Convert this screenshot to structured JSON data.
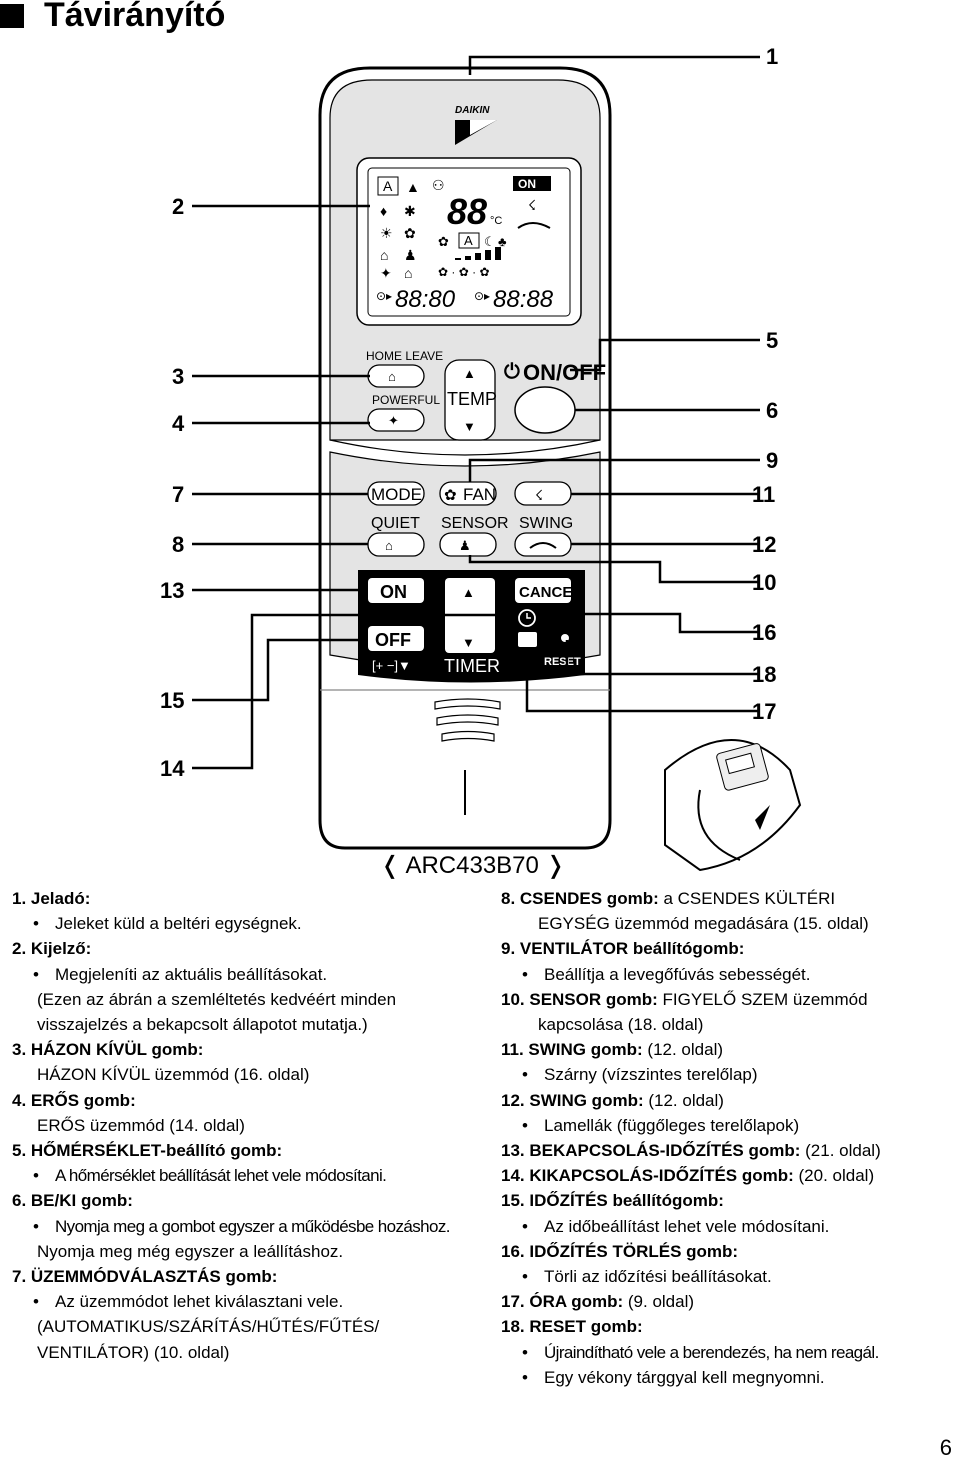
{
  "title": "Távirányító",
  "callouts": {
    "n1": "1",
    "n2": "2",
    "n3": "3",
    "n4": "4",
    "n5": "5",
    "n6": "6",
    "n7": "7",
    "n8": "8",
    "n9": "9",
    "n10": "10",
    "n11": "11",
    "n12": "12",
    "n13": "13",
    "n14": "14",
    "n15": "15",
    "n16": "16",
    "n17": "17",
    "n18": "18"
  },
  "remote": {
    "brand": "DAIKIN",
    "display": {
      "on_label": "ON",
      "temp_digits": "88",
      "temp_unit": "°C",
      "timer_left": "88:80",
      "timer_right": "88:88"
    },
    "buttons": {
      "home_leave": "HOME LEAVE",
      "powerful": "POWERFUL",
      "temp": "TEMP",
      "on_off": "ON/OFF",
      "mode": "MODE",
      "fan": "FAN",
      "quiet": "QUIET",
      "sensor": "SENSOR",
      "swing": "SWING",
      "timer_on": "ON",
      "timer_off": "OFF",
      "cancel": "CANCEL",
      "timer": "TIMER",
      "reset": "RESET"
    }
  },
  "model": "ARC433B70",
  "left_items": [
    {
      "label": "1. Jeladó:",
      "lines": [
        {
          "bullet": true,
          "text": "Jeleket küld a beltéri egységnek."
        }
      ]
    },
    {
      "label": "2. Kijelző:",
      "lines": [
        {
          "bullet": true,
          "text": "Megjeleníti az aktuális beállításokat."
        },
        {
          "bullet": false,
          "text": "(Ezen az ábrán a szemléltetés kedvéért minden"
        },
        {
          "bullet": false,
          "text": "visszajelzés a bekapcsolt állapotot mutatja.)"
        }
      ]
    },
    {
      "label": "3. HÁZON KÍVÜL gomb:",
      "lines": [
        {
          "bullet": false,
          "text": "HÁZON KÍVÜL üzemmód (16. oldal)"
        }
      ]
    },
    {
      "label": "4. ERŐS gomb:",
      "lines": [
        {
          "bullet": false,
          "text": "ERŐS üzemmód (14. oldal)"
        }
      ]
    },
    {
      "label": "5. HŐMÉRSÉKLET-beállító gomb:",
      "lines": [
        {
          "bullet": true,
          "text": "A hőmérséklet beállítását lehet vele módosítani."
        }
      ]
    },
    {
      "label": "6. BE/KI gomb:",
      "lines": [
        {
          "bullet": true,
          "text": "Nyomja meg a gombot egyszer a működésbe hozáshoz."
        },
        {
          "bullet": false,
          "text": "Nyomja meg még egyszer a leállításhoz."
        }
      ]
    },
    {
      "label": "7. ÜZEMMÓDVÁLASZTÁS gomb:",
      "lines": [
        {
          "bullet": true,
          "text": "Az üzemmódot lehet kiválasztani vele."
        },
        {
          "bullet": false,
          "text": "(AUTOMATIKUS/SZÁRÍTÁS/HŰTÉS/FŰTÉS/"
        },
        {
          "bullet": false,
          "text": "VENTILÁTOR) (10. oldal)"
        }
      ]
    }
  ],
  "right_items": [
    {
      "label": "8. CSENDES gomb:",
      "rest": " a CSENDES KÜLTÉRI",
      "cont": "EGYSÉG üzemmód megadására (15. oldal)",
      "lines": []
    },
    {
      "label": "9. VENTILÁTOR beállítógomb:",
      "rest": "",
      "lines": [
        {
          "bullet": true,
          "text": "Beállítja a levegőfúvás sebességét."
        }
      ]
    },
    {
      "label": "10. SENSOR gomb:",
      "rest": " FIGYELŐ SZEM üzemmód",
      "cont": "kapcsolása (18. oldal)",
      "lines": []
    },
    {
      "label": "11. SWING gomb:",
      "rest": " (12. oldal)",
      "lines": [
        {
          "bullet": true,
          "text": "Szárny (vízszintes terelőlap)"
        }
      ]
    },
    {
      "label": "12. SWING gomb:",
      "rest": " (12. oldal)",
      "lines": [
        {
          "bullet": true,
          "text": "Lamellák (függőleges terelőlapok)"
        }
      ]
    },
    {
      "label": "13. BEKAPCSOLÁS-IDŐZÍTÉS gomb:",
      "rest": " (21. oldal)",
      "lines": []
    },
    {
      "label": "14. KIKAPCSOLÁS-IDŐZÍTÉS gomb:",
      "rest": " (20. oldal)",
      "lines": []
    },
    {
      "label": "15. IDŐZÍTÉS beállítógomb:",
      "rest": "",
      "lines": [
        {
          "bullet": true,
          "text": "Az időbeállítást lehet vele módosítani."
        }
      ]
    },
    {
      "label": "16. IDŐZÍTÉS TÖRLÉS gomb:",
      "rest": "",
      "lines": [
        {
          "bullet": true,
          "text": "Törli az időzítési beállításokat."
        }
      ]
    },
    {
      "label": "17. ÓRA gomb:",
      "rest": " (9. oldal)",
      "lines": []
    },
    {
      "label": "18. RESET gomb:",
      "rest": "",
      "lines": [
        {
          "bullet": true,
          "text": "Újraindítható vele a berendezés, ha nem reagál."
        },
        {
          "bullet": true,
          "text": "Egy vékony tárggyal kell megnyomni."
        }
      ]
    }
  ],
  "page_number": "6"
}
